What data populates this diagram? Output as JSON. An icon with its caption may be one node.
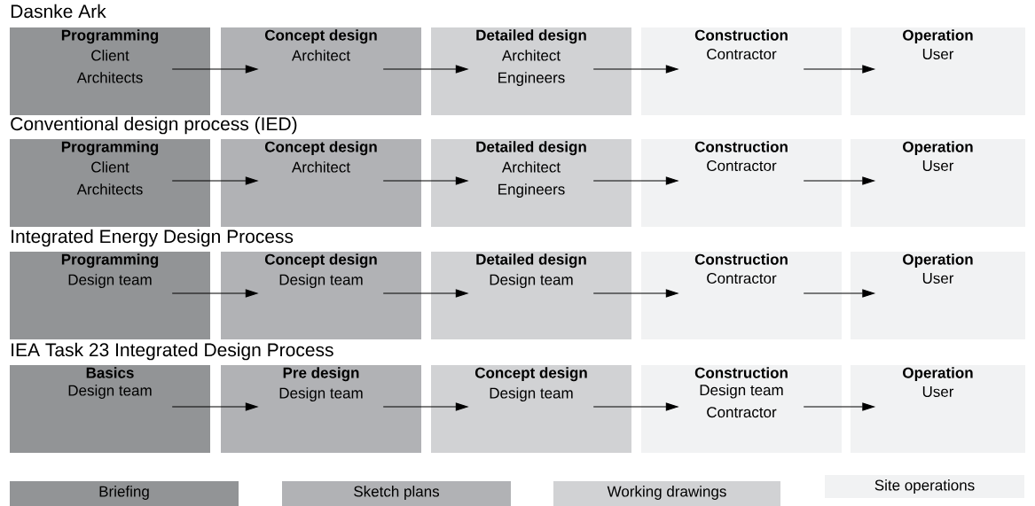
{
  "diagram": {
    "nodes": [
      {
        "text": [
          "Programming",
          "Client Architects"
        ]
      },
      {
        "text": [
          "Concept design",
          "Architect"
        ]
      },
      {
        "text": [
          "Detailed design",
          "Architect Engineers"
        ]
      },
      {
        "text": [
          "Construction",
          "Contractor"
        ]
      },
      {
        "text": [
          "Operation",
          "User"
        ]
      },
      {
        "text": [
          "Programming",
          "Client Architects"
        ]
      },
      {
        "text": [
          "Concept design",
          "Architect"
        ]
      },
      {
        "text": [
          "Detailed design",
          "Architect Engineers"
        ]
      },
      {
        "text": [
          "Construction",
          "Contractor"
        ]
      },
      {
        "text": [
          "Operation",
          "User"
        ]
      },
      {
        "text": [
          "Programming",
          "Design team"
        ]
      },
      {
        "text": [
          "Concept design",
          "Design team"
        ]
      },
      {
        "text": [
          "Detailed design",
          "Design team"
        ]
      },
      {
        "text": [
          "Construction",
          "Contractor"
        ]
      },
      {
        "text": [
          "Operation",
          "User"
        ]
      },
      {
        "text": [
          "Basics",
          "Design team"
        ]
      },
      {
        "text": [
          "Pre design",
          "Design team"
        ]
      },
      {
        "text": [
          "Concept design",
          "Design team"
        ]
      },
      {
        "text": [
          "Construction",
          "Design team Contractor"
        ]
      },
      {
        "text": [
          "Operation",
          "User"
        ]
      }
    ],
    "edges": [
      {
        "from": 0,
        "to": 1,
        "arrow": "to"
      },
      {
        "from": 1,
        "to": 2,
        "arrow": "to"
      },
      {
        "from": 2,
        "to": 3,
        "arrow": "to"
      },
      {
        "from": 3,
        "to": 4,
        "arrow": "to"
      },
      {
        "from": 5,
        "to": 6,
        "arrow": "to"
      },
      {
        "from": 6,
        "to": 7,
        "arrow": "to"
      },
      {
        "from": 7,
        "to": 8,
        "arrow": "to"
      },
      {
        "from": 8,
        "to": 9,
        "arrow": "to"
      },
      {
        "from": 10,
        "to": 11,
        "arrow": "to"
      },
      {
        "from": 11,
        "to": 12,
        "arrow": "to"
      },
      {
        "from": 12,
        "to": 13,
        "arrow": "to"
      },
      {
        "from": 13,
        "to": 14,
        "arrow": "to"
      },
      {
        "from": 15,
        "to": 16,
        "arrow": "to"
      },
      {
        "from": 16,
        "to": 17,
        "arrow": "to"
      },
      {
        "from": 17,
        "to": 18,
        "arrow": "to"
      },
      {
        "from": 18,
        "to": 19,
        "arrow": "to"
      }
    ],
    "labels": [
      "Dasnke Ark",
      "Conventional design process (IED)",
      "Integrated Energy Design Process",
      "IEA Task 23 Integrated Design Process"
    ],
    "legend": [
      {
        "text": "Briefing",
        "color": "#929496"
      },
      {
        "text": "Sketch plans",
        "color": "#b1b2b5"
      },
      {
        "text": "Working drawings",
        "color": "#d1d2d4"
      },
      {
        "text": "Site operations",
        "color": "#f1f2f3"
      }
    ]
  }
}
